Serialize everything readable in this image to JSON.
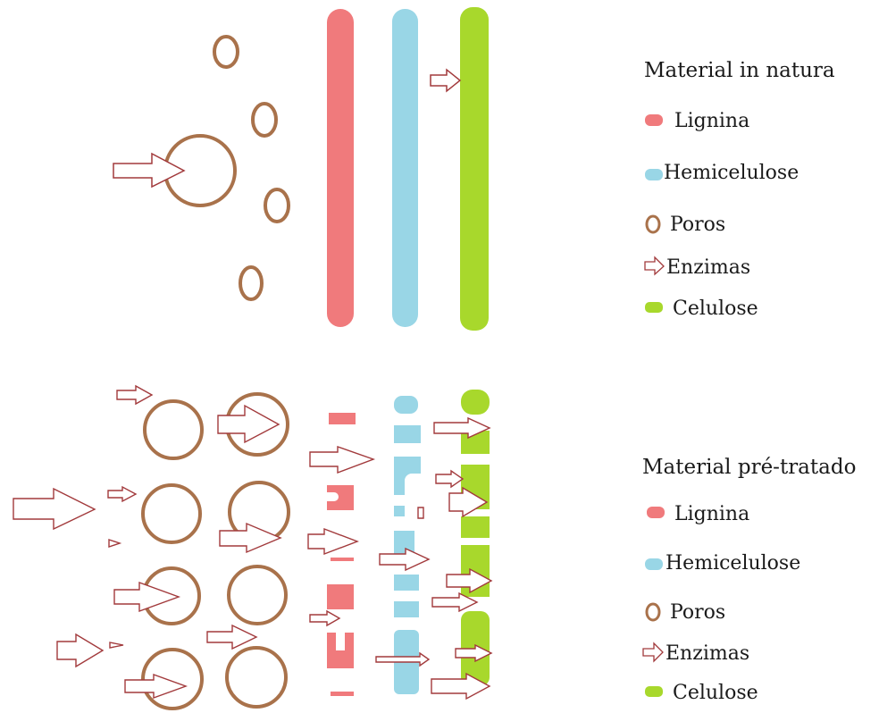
{
  "colors": {
    "lignina": "#f07a7c",
    "hemicelulose": "#99d6e6",
    "celulose": "#a8d82c",
    "poros": "#a9724b",
    "enzimas": "#a23a3c"
  },
  "legend_top": {
    "title": "Material in natura",
    "items": [
      {
        "label": "Lignina",
        "icon": "lignina-swatch-icon"
      },
      {
        "label": "Hemicelulose",
        "icon": "hemicelulose-swatch-icon"
      },
      {
        "label": "Poros",
        "icon": "pore-ring-icon"
      },
      {
        "label": "Enzimas",
        "icon": "enzyme-arrow-icon"
      },
      {
        "label": "Celulose",
        "icon": "celulose-swatch-icon"
      }
    ]
  },
  "legend_bottom": {
    "title": "Material pré-tratado",
    "items": [
      {
        "label": "Lignina",
        "icon": "lignina-swatch-icon"
      },
      {
        "label": "Hemicelulose",
        "icon": "hemicelulose-swatch-icon"
      },
      {
        "label": "Poros",
        "icon": "pore-ring-icon"
      },
      {
        "label": "Enzimas",
        "icon": "enzyme-arrow-icon"
      },
      {
        "label": "Celulose",
        "icon": "celulose-swatch-icon"
      }
    ]
  }
}
